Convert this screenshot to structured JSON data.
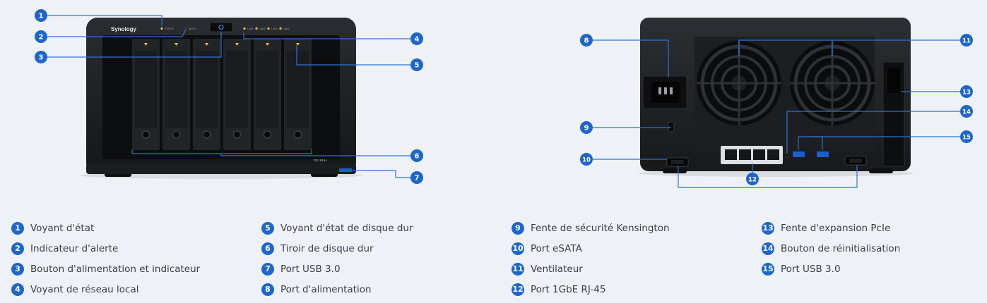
{
  "front": {
    "brand": "Synology",
    "model": "DS1616+",
    "led_labels": [
      "STATUS",
      "ALERT",
      "LAN1",
      "LAN2",
      "LAN3",
      "LAN4"
    ]
  },
  "callouts": [
    "1",
    "2",
    "3",
    "4",
    "5",
    "6",
    "7",
    "8",
    "9",
    "10",
    "11",
    "12",
    "13",
    "14",
    "15"
  ],
  "legend": [
    {
      "num": "1",
      "label": "Voyant d'état"
    },
    {
      "num": "2",
      "label": "Indicateur d'alerte"
    },
    {
      "num": "3",
      "label": "Bouton d'alimentation et indicateur"
    },
    {
      "num": "4",
      "label": "Voyant de réseau local"
    },
    {
      "num": "5",
      "label": "Voyant d'état de disque dur"
    },
    {
      "num": "6",
      "label": "Tiroir de disque dur"
    },
    {
      "num": "7",
      "label": "Port USB 3.0"
    },
    {
      "num": "8",
      "label": "Port d'alimentation"
    },
    {
      "num": "9",
      "label": "Fente de sécurité Kensington"
    },
    {
      "num": "10",
      "label": "Port eSATA"
    },
    {
      "num": "11",
      "label": "Ventilateur"
    },
    {
      "num": "12",
      "label": "Port 1GbE RJ-45"
    },
    {
      "num": "13",
      "label": "Fente d'expansion PcIe"
    },
    {
      "num": "14",
      "label": "Bouton de réinitialisation"
    },
    {
      "num": "15",
      "label": "Port USB 3.0"
    }
  ]
}
